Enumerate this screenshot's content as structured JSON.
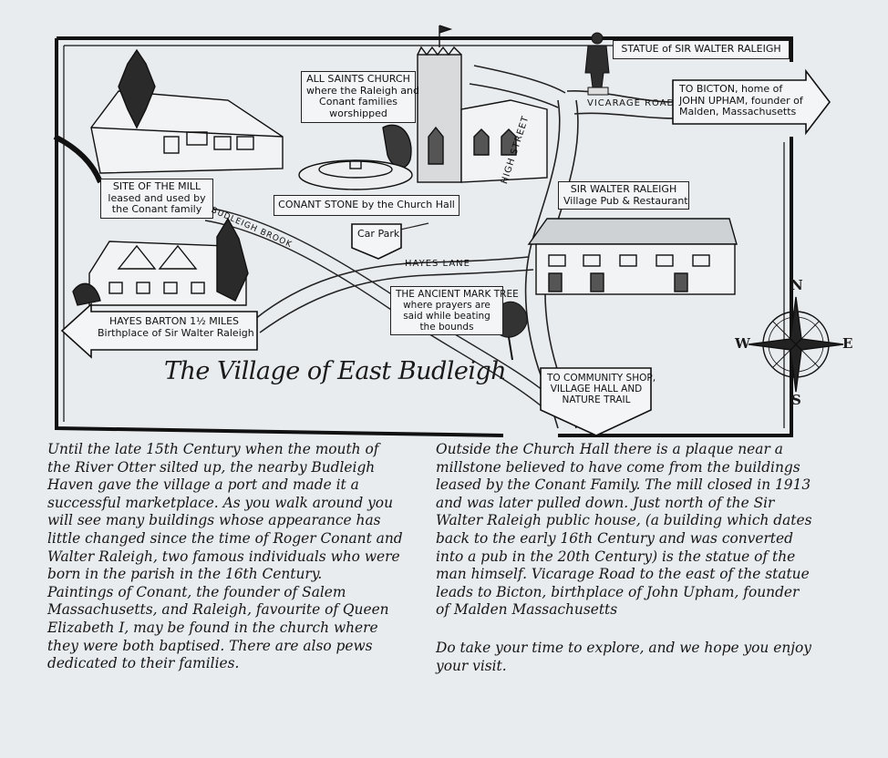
{
  "map": {
    "title": "The Village of East Budleigh",
    "labels": {
      "statue": "STATUE of SIR WALTER RALEIGH",
      "bicton": [
        "TO BICTON, home of",
        "JOHN UPHAM, founder of",
        "Malden, Massachusetts"
      ],
      "church": [
        "ALL SAINTS CHURCH",
        "where the Raleigh and",
        "Conant families",
        "worshipped"
      ],
      "mill": [
        "SITE OF THE MILL",
        "leased and used by",
        "the Conant family"
      ],
      "conant_stone": "CONANT STONE by the Church Hall",
      "car_park": "Car Park",
      "pub": [
        "SIR WALTER RALEIGH",
        "Village Pub & Restaurant"
      ],
      "hayes_barton": [
        "HAYES BARTON 1½ MILES",
        "Birthplace of Sir Walter Raleigh"
      ],
      "mark_tree": [
        "THE ANCIENT MARK TREE",
        "where prayers are",
        "said while beating",
        "the bounds"
      ],
      "community": [
        "TO COMMUNITY SHOP,",
        "VILLAGE HALL AND",
        "NATURE TRAIL"
      ]
    },
    "roads": {
      "vicarage": "VICARAGE ROAD",
      "high_street": "HIGH STREET",
      "hayes_lane": "HAYES LANE",
      "budleigh_brook": "BUDLEIGH BROOK"
    },
    "compass": {
      "n": "N",
      "s": "S",
      "e": "E",
      "w": "W"
    }
  },
  "text": {
    "left": "Until the late 15th Century when the mouth of the River Otter silted up, the nearby Budleigh Haven gave the village a port and made it a successful marketplace. As you walk around you will see many buildings whose appearance has little changed since the time of Roger Conant and Walter Raleigh, two famous individuals who were born in the parish in the 16th Century.",
    "left2": "Paintings of Conant, the founder of Salem Massachusetts, and Raleigh, favourite of Queen Elizabeth I, may be found in the church where they were both baptised. There are also pews dedicated to their families.",
    "right": "Outside the Church Hall there is a plaque near a millstone believed to have come from the buildings leased by the Conant Family. The mill closed in 1913 and was later pulled down. Just north of the Sir Walter Raleigh public house, (a building which dates back to the early 16th Century and was converted into a pub in the 20th Century) is the statue of the man himself. Vicarage Road to the east of the statue leads to Bicton, birthplace of John Upham, founder of Malden Massachusetts",
    "right2": "Do take your time to explore, and we hope you enjoy your visit."
  }
}
